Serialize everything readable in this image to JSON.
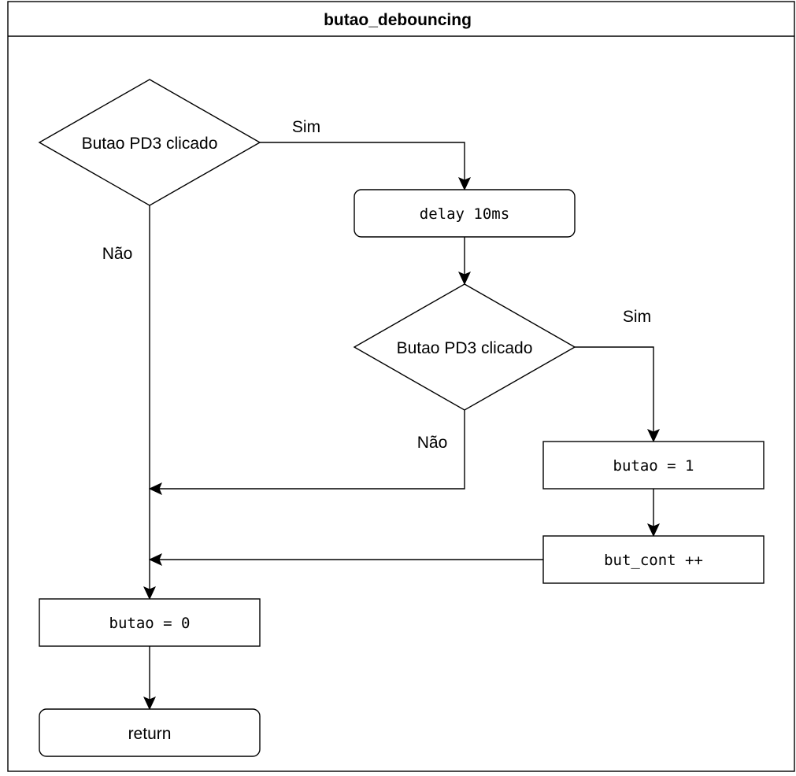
{
  "title": "butao_debouncing",
  "nodes": {
    "decision1": "Butao PD3 clicado",
    "delay": "delay 10ms",
    "decision2": "Butao PD3 clicado",
    "set_butao_1": "butao = 1",
    "increment_count": "but_cont ++",
    "set_butao_0": "butao = 0",
    "return": "return"
  },
  "edge_labels": {
    "decision1_yes": "Sim",
    "decision1_no": "Não",
    "decision2_yes": "Sim",
    "decision2_no": "Não"
  }
}
